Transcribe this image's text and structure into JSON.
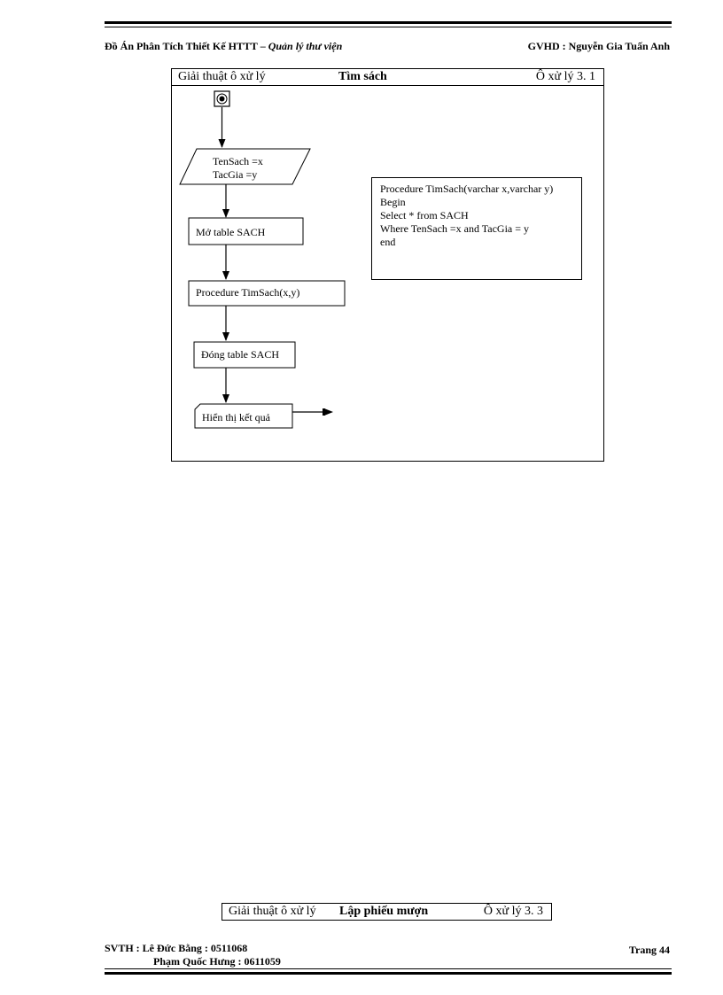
{
  "header": {
    "title": "Đồ Án Phân Tích Thiết Kế HTTT",
    "separator": " – ",
    "subtitle": "Quản lý thư viện",
    "advisor": "GVHD : Nguyễn Gia Tuấn Anh"
  },
  "diagram": {
    "caption_left": "Giải thuật ô xử lý",
    "caption_title": "Tìm sách",
    "caption_right": "Ô xử lý 3. 1",
    "input_line1": "TenSach =x",
    "input_line2": "TacGia =y",
    "step_open": "Mở table SACH",
    "step_procedure": "Procedure TimSach(x,y)",
    "step_close": "Đóng table SACH",
    "step_display": "Hiển thị kết quả",
    "code": [
      "Procedure TimSach(varchar x,varchar y)",
      "Begin",
      "Select * from SACH",
      "Where TenSach =x  and TacGia = y",
      "end"
    ]
  },
  "next_caption": {
    "left": "Giải thuật ô xử lý",
    "title": "Lập phiếu mượn",
    "right": "Ô xử lý 3. 3"
  },
  "footer": {
    "students_line1": "SVTH :  Lê Đức Bằng : 0511068",
    "students_line2": "Phạm Quốc Hưng : 0611059",
    "page": "Trang  44"
  }
}
